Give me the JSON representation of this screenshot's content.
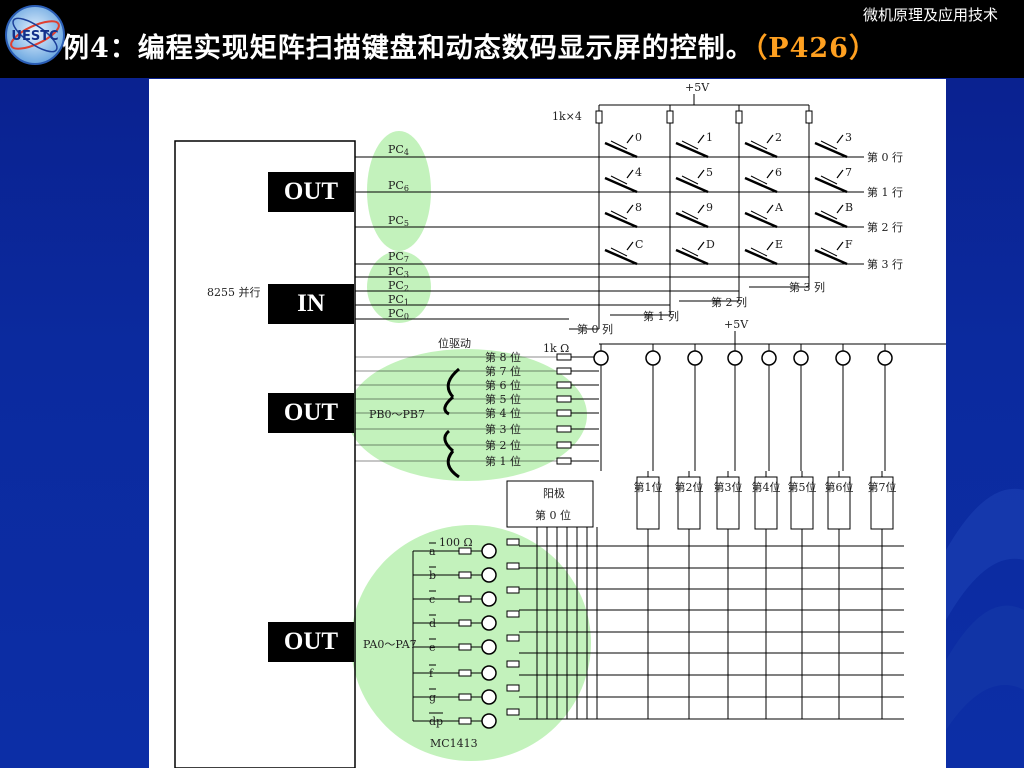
{
  "header": {
    "course": "微机原理及应用技术",
    "title_main": "例4：编程实现矩阵扫描键盘和动态数码显示屏的控制。",
    "title_ref": "（P426）",
    "logo_text": "UESTC",
    "logo_icon": "university-logo-icon"
  },
  "tags": {
    "out1": "OUT",
    "in": "IN",
    "out2": "OUT",
    "out3": "OUT"
  },
  "keyboard": {
    "supply": "+5V",
    "resistor": "1k×4",
    "chip_label": "8255 并行",
    "pc_ports": [
      "PC4",
      "PC6",
      "PC5",
      "PC7",
      "PC3",
      "PC2",
      "PC1",
      "PC0"
    ],
    "keys": [
      [
        "0",
        "1",
        "2",
        "3"
      ],
      [
        "4",
        "5",
        "6",
        "7"
      ],
      [
        "8",
        "9",
        "A",
        "B"
      ],
      [
        "C",
        "D",
        "E",
        "F"
      ]
    ],
    "rows": [
      "第 0 行",
      "第 1 行",
      "第 2 行",
      "第 3 行"
    ],
    "cols": [
      "第 0 列",
      "第 1 列",
      "第 2 列",
      "第 3 列"
    ]
  },
  "display": {
    "supply": "+5V",
    "driver_label": "位驱动",
    "resistor": "1k Ω",
    "digit_rows": [
      "第 8 位",
      "第 7 位",
      "第 6 位",
      "第 5 位",
      "第 4 位",
      "第 3 位",
      "第 2 位",
      "第 1 位"
    ],
    "pb_label": "PB0～PB7",
    "anode_label": "阳极",
    "anode_digit": "第 0 位",
    "digits": [
      "第1位",
      "第2位",
      "第3位",
      "第4位",
      "第5位",
      "第6位",
      "第7位"
    ],
    "seg_resistor": "100 Ω",
    "segments": [
      "a",
      "b",
      "c",
      "d",
      "e",
      "f",
      "g",
      "dp"
    ],
    "pa_label": "PA0～PA7",
    "driver_chip": "MC1413"
  }
}
